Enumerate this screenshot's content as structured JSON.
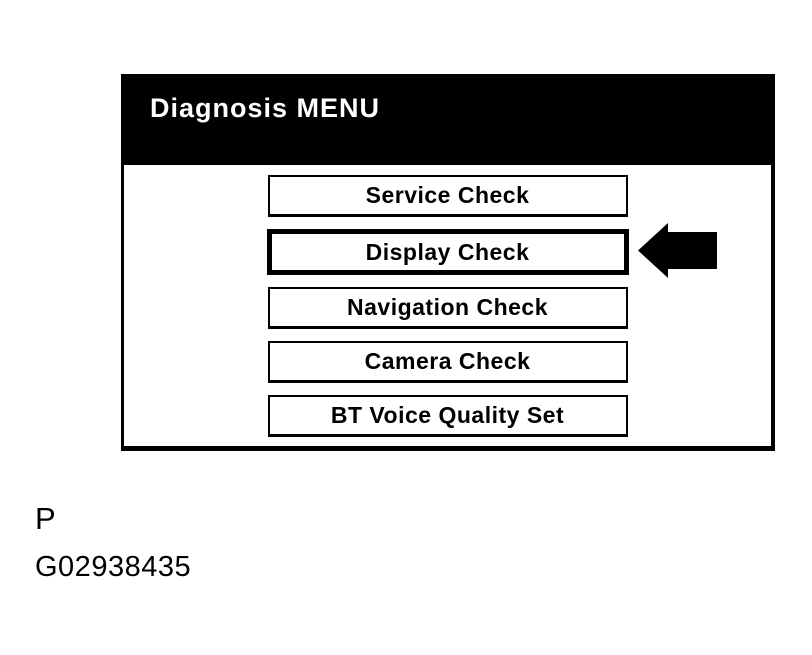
{
  "header": {
    "title": "Diagnosis MENU"
  },
  "menu": {
    "items": [
      {
        "label": "Service Check",
        "selected": false
      },
      {
        "label": "Display Check",
        "selected": true
      },
      {
        "label": "Navigation Check",
        "selected": false
      },
      {
        "label": "Camera Check",
        "selected": false
      },
      {
        "label": "BT Voice Quality Set",
        "selected": false
      }
    ]
  },
  "pointer": {
    "icon": "left-arrow-icon",
    "points_at": "Display Check"
  },
  "figure": {
    "panel_label": "P",
    "figure_id": "G02938435"
  },
  "colors": {
    "foreground": "#000000",
    "background": "#ffffff",
    "header_bg": "#000000",
    "header_text": "#ffffff"
  }
}
